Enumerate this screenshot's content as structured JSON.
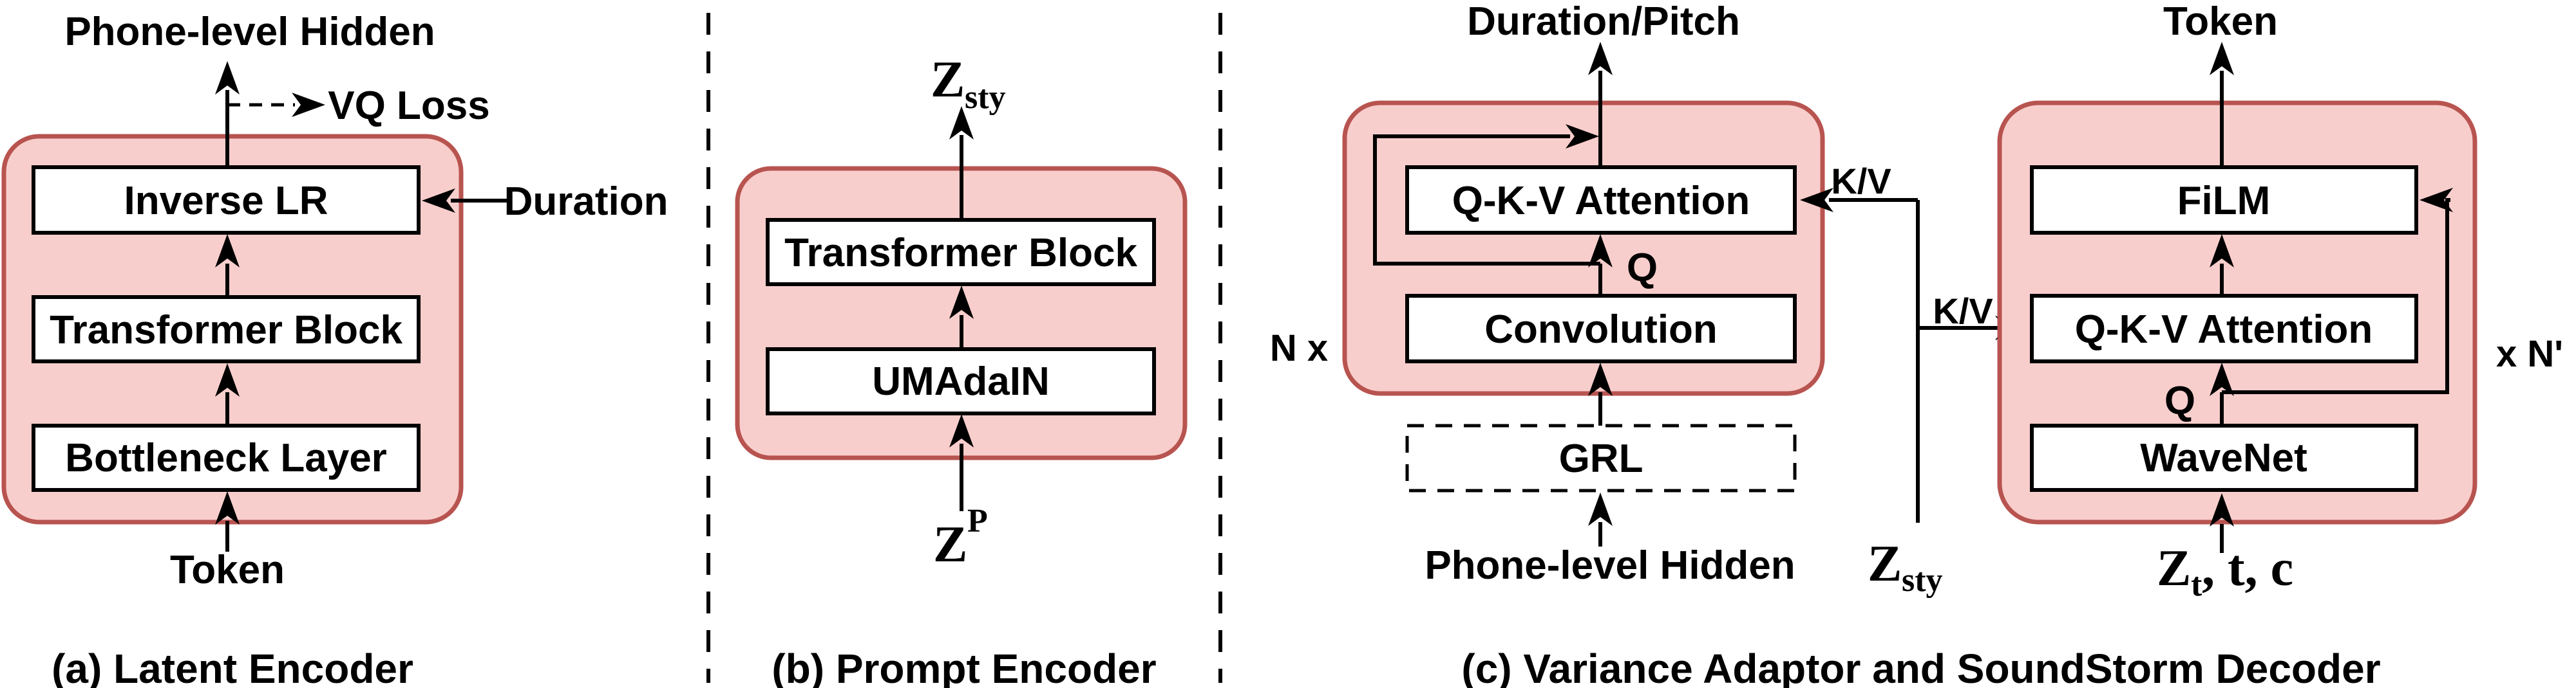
{
  "colors": {
    "block_fill": "#F8CECC",
    "block_stroke": "#B85450",
    "line": "#000000",
    "background": "#FFFFFF"
  },
  "panel_a": {
    "caption": "(a) Latent Encoder",
    "output_label": "Phone-level Hidden",
    "vq_loss_label": "VQ Loss",
    "duration_label": "Duration",
    "blocks": {
      "top": "Inverse LR",
      "middle": "Transformer Block",
      "bottom": "Bottleneck Layer"
    },
    "input_label": "Token"
  },
  "panel_b": {
    "caption": "(b) Prompt Encoder",
    "output_base": "Z",
    "output_sub": "sty",
    "blocks": {
      "top": "Transformer Block",
      "bottom": "UMAdaIN"
    },
    "input_base": "Z",
    "input_sup": "P"
  },
  "panel_c": {
    "caption": "(c) Variance Adaptor and SoundStorm Decoder",
    "variance_adaptor": {
      "output_label": "Duration/Pitch",
      "repeat_label": "N x",
      "blocks": {
        "top": "Q-K-V Attention",
        "bottom": "Convolution"
      },
      "grl_label": "GRL",
      "q_label": "Q",
      "kv_label": "K/V",
      "input_label": "Phone-level Hidden"
    },
    "style_input": {
      "base": "Z",
      "sub": "sty"
    },
    "decoder": {
      "output_label": "Token",
      "repeat_label": "x N'",
      "blocks": {
        "top": "FiLM",
        "middle": "Q-K-V Attention",
        "bottom": "WaveNet"
      },
      "q_label": "Q",
      "kv_label": "K/V",
      "input_base": "Z",
      "input_sub": "t",
      "input_rest": ", t, c"
    }
  }
}
